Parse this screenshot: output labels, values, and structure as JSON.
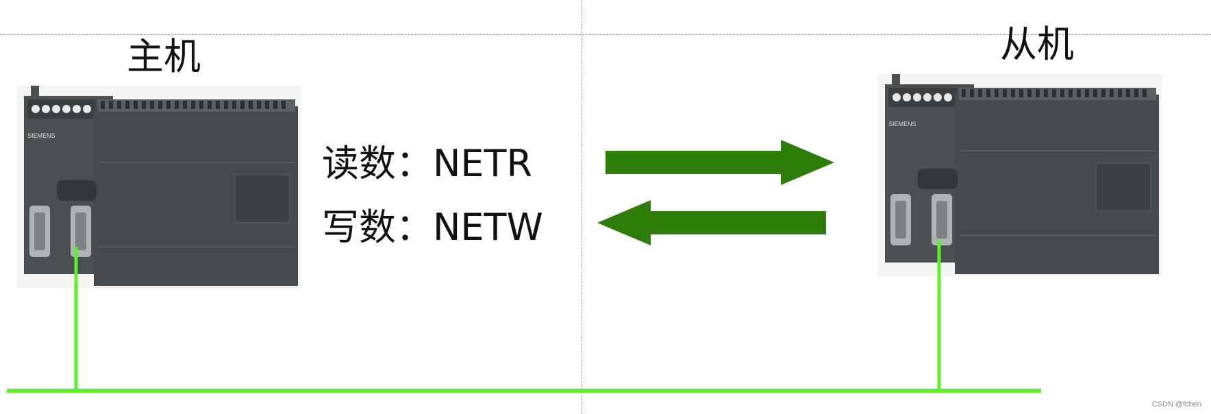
{
  "master": {
    "label": "主机",
    "brand": "SIEMENS"
  },
  "slave": {
    "label": "从机",
    "brand": "SIEMENS"
  },
  "operations": {
    "read": "读数：NETR",
    "write": "写数：NETW"
  },
  "colors": {
    "arrow": "#2e7d0a",
    "bus": "#5ef02a",
    "plc_body": "#454a4d"
  },
  "watermark": "CSDN @fchen"
}
